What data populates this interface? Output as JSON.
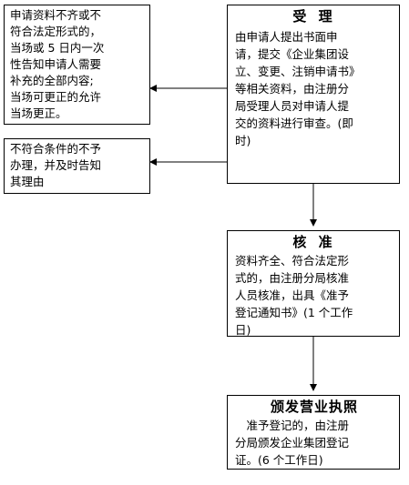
{
  "accept": {
    "title": "受 理",
    "body": "由申请人提出书面申\n请，提交《企业集团设\n立、变更、注销申请书》\n等相关资料，由注册分\n局受理人员对申请人提\n交的资料进行审查。(即\n时)"
  },
  "verify": {
    "title": "核 准",
    "body": "资料齐全、符合法定形\n式的，由注册分局核准\n人员核准，出具《准予\n登记通知书》(1 个工作\n日)"
  },
  "issue": {
    "title": "颁发营业执照",
    "body": "　准予登记的，由注册\n分局颁发企业集团登记\n证。(6 个工作日)"
  },
  "incomplete_notice": {
    "body": "申请资料不齐或不\n符合法定形式的，\n当场或 5 日内一次\n性告知申请人需要\n补充的全部内容;\n当场可更正的允许\n当场更正。"
  },
  "reject_notice": {
    "body": "不符合条件的不予\n办理，并及时告知\n其理由"
  }
}
